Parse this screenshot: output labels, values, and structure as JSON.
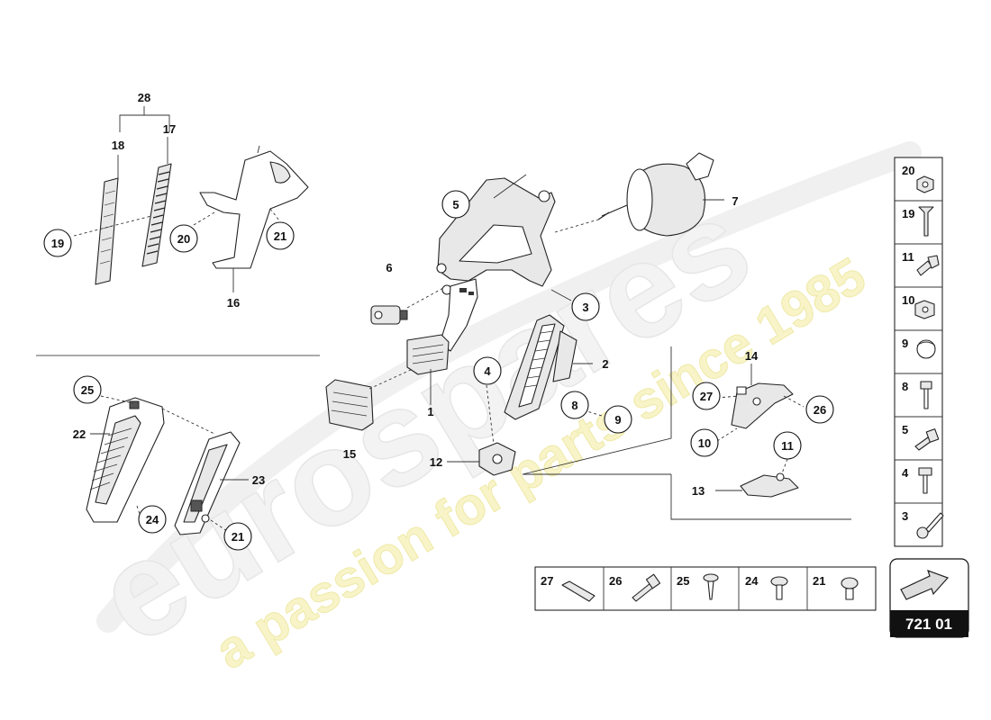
{
  "watermark": {
    "brand": "eurospares",
    "tagline": "a passion for parts since 1985"
  },
  "diagram_number": "721 01",
  "part_labels": [
    "1",
    "2",
    "3",
    "4",
    "5",
    "6",
    "7",
    "8",
    "9",
    "10",
    "11",
    "12",
    "13",
    "14",
    "15",
    "16",
    "17",
    "18",
    "19",
    "20",
    "21",
    "22",
    "23",
    "24",
    "25",
    "26",
    "27",
    "28"
  ],
  "callouts": {
    "c19a": "19",
    "c20a": "20",
    "c21a": "21",
    "c5": "5",
    "c3": "3",
    "c4": "4",
    "c8": "8",
    "c9": "9",
    "c25": "25",
    "c24": "24",
    "c21b": "21",
    "c27": "27",
    "c26": "26",
    "c10": "10",
    "c11": "11"
  },
  "plain_labels": {
    "l28": "28",
    "l18": "18",
    "l17": "17",
    "l16": "16",
    "l6": "6",
    "l7": "7",
    "l1": "1",
    "l2": "2",
    "l15": "15",
    "l12": "12",
    "l14": "14",
    "l13": "13",
    "l22": "22",
    "l23": "23"
  },
  "fastener_column": [
    "20",
    "19",
    "11",
    "10",
    "9",
    "8",
    "5",
    "4",
    "3"
  ],
  "fastener_row": [
    "27",
    "26",
    "25",
    "24",
    "21"
  ],
  "colors": {
    "watermark": "#f2f2f2",
    "tagline": "#f7f3c0",
    "badge": "#111111"
  }
}
